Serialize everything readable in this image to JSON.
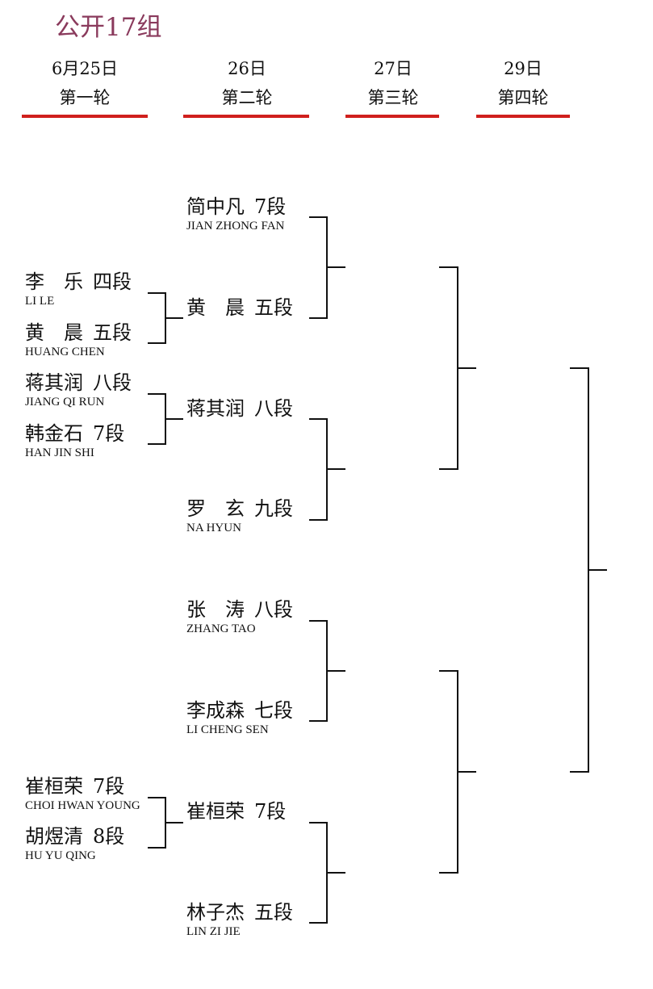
{
  "title": "公开17组",
  "rounds": [
    {
      "date": "6月25日",
      "name": "第一轮"
    },
    {
      "date": "26日",
      "name": "第二轮"
    },
    {
      "date": "27日",
      "name": "第三轮"
    },
    {
      "date": "29日",
      "name": "第四轮"
    }
  ],
  "round1": [
    {
      "name": "李　乐",
      "rank": "四段",
      "roman": "LI LE"
    },
    {
      "name": "黄　晨",
      "rank": "五段",
      "roman": "HUANG CHEN"
    },
    {
      "name": "蒋其润",
      "rank": "八段",
      "roman": "JIANG QI RUN"
    },
    {
      "name": "韩金石",
      "rank": "7段",
      "roman": "HAN JIN SHI"
    },
    {
      "name": "崔桓荣",
      "rank": "7段",
      "roman": "CHOI HWAN YOUNG"
    },
    {
      "name": "胡煜清",
      "rank": "8段",
      "roman": "HU YU QING"
    }
  ],
  "round2": [
    {
      "name": "简中凡",
      "rank": "7段",
      "roman": "JIAN ZHONG FAN"
    },
    {
      "name": "黄　晨",
      "rank": "五段",
      "roman": ""
    },
    {
      "name": "蒋其润",
      "rank": "八段",
      "roman": ""
    },
    {
      "name": "罗　玄",
      "rank": "九段",
      "roman": "NA HYUN"
    },
    {
      "name": "张　涛",
      "rank": "八段",
      "roman": "ZHANG TAO"
    },
    {
      "name": "李成森",
      "rank": "七段",
      "roman": "LI CHENG SEN"
    },
    {
      "name": "崔桓荣",
      "rank": "7段",
      "roman": ""
    },
    {
      "name": "林子杰",
      "rank": "五段",
      "roman": "LIN ZI JIE"
    }
  ]
}
